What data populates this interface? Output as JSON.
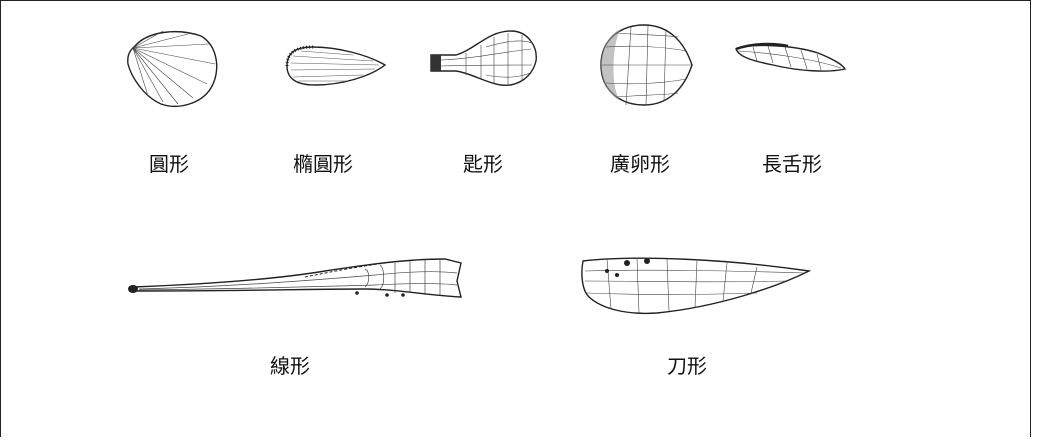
{
  "shapes": [
    {
      "id": "round",
      "label": "圓形"
    },
    {
      "id": "elliptic",
      "label": "橢圓形"
    },
    {
      "id": "spoon",
      "label": "匙形"
    },
    {
      "id": "wide-ovate",
      "label": "廣卵形"
    },
    {
      "id": "long-tongue",
      "label": "長舌形"
    },
    {
      "id": "linear",
      "label": "線形"
    },
    {
      "id": "knife",
      "label": "刀形"
    }
  ],
  "colors": {
    "ink": "#222222",
    "background": "#ffffff"
  }
}
